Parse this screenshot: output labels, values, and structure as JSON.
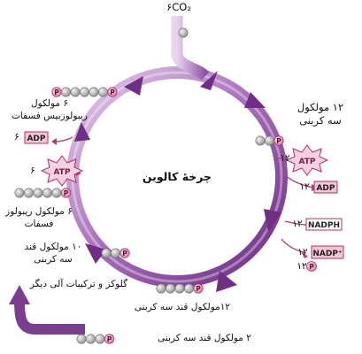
{
  "title_co2": "۶CO₂",
  "cycle_name": "چرخهٔ کالوین",
  "labels": {
    "three_c_12": "۱۲ مولکول\nسه کربنی",
    "ribulose_bis": "۶ مولکول\nریبولوزبیس فسفات",
    "ribulose_p": "۶ مولکول ریبولوز\nفسفات",
    "sugar_10": "۱۰ مولکول قند\nسه کربنی",
    "sugar_12": "۱۲مولکول قند سه کربنی",
    "glucose": "گلوکز و ترکیبات آلی دیگر",
    "sugar_2": "۲ مولکول قند سه کربنی"
  },
  "numbers": {
    "six_adp": "۶",
    "six_atp": "۶",
    "twelve_atp": "۱۲",
    "twelve_adp": "۱۲",
    "twelve_nadph": "۱۲",
    "twelve_nadp": "۱۲",
    "twelve_p": "۱۲"
  },
  "tags": {
    "atp": "ATP",
    "adp": "ADP",
    "nadph": "NADPH",
    "nadp": "NADP⁺",
    "p": "P"
  },
  "colors": {
    "ring_dark": "#7b3e8f",
    "ring_light": "#d9b8e2",
    "arrow_dark": "#5f2373",
    "accent_pink": "#f4c3d4",
    "tag_border": "#b0306a",
    "phosphate": "#e8a1c6",
    "carbon": "#b5b5b5"
  }
}
